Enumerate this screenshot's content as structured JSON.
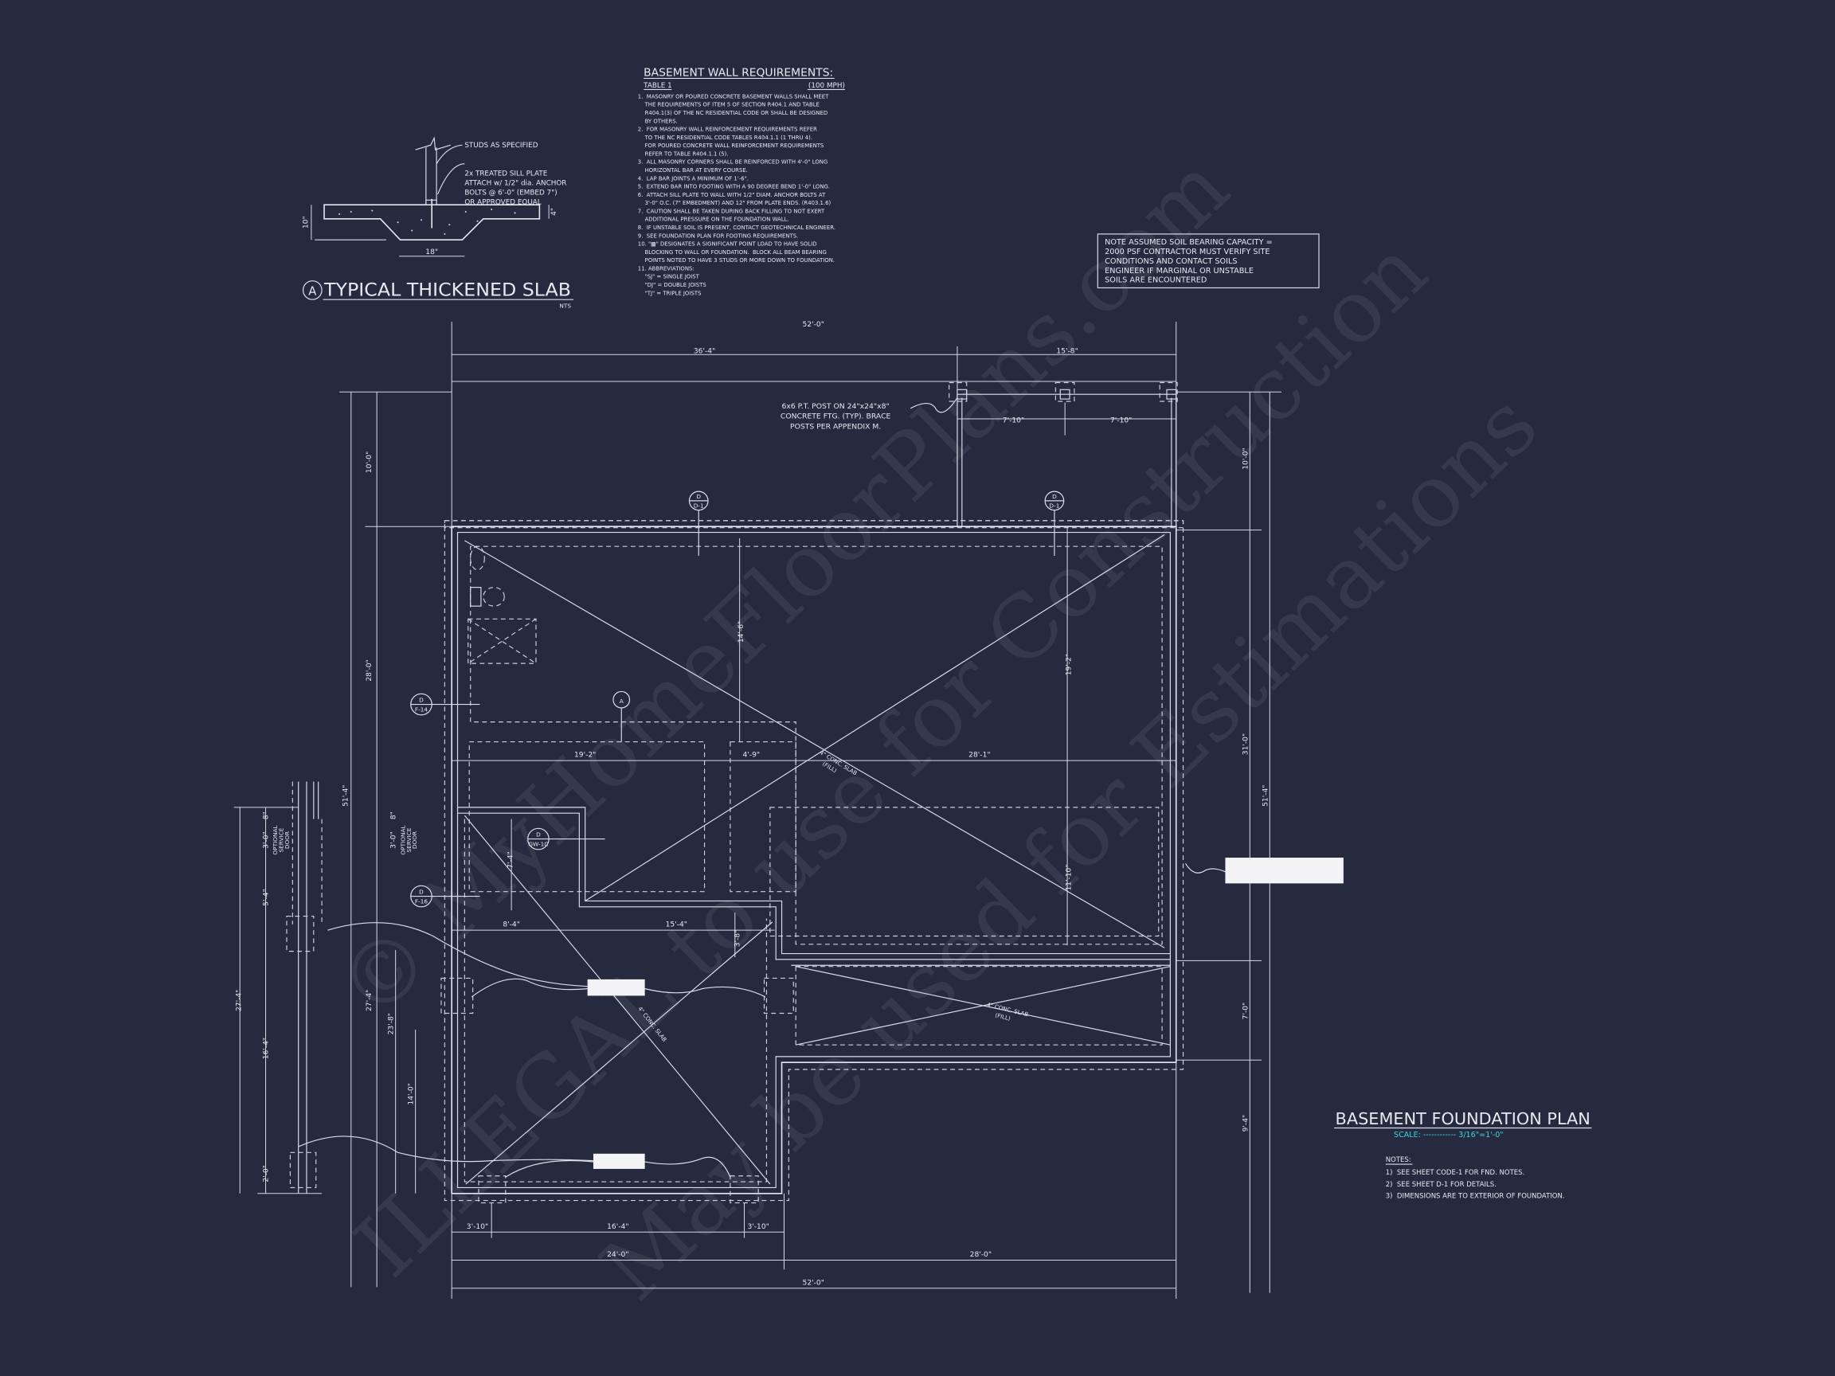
{
  "sheet": {
    "background": "#252a3f",
    "line_color": "#e4e4ee",
    "scale_color": "#3fd3e0"
  },
  "detail": {
    "tag": "A",
    "title": "TYPICAL THICKENED SLAB",
    "scale": "NTS",
    "studs_label": "STUDS AS SPECIFIED",
    "sill_lines": [
      "2x  TREATED SILL PLATE",
      "ATTACH w/ 1/2\" dia. ANCHOR",
      "BOLTS @ 6'-0\" (EMBED 7\")",
      "OR APPROVED EQUAL"
    ],
    "dim_depth": "10\"",
    "dim_slab": "4\"",
    "dim_width": "18\""
  },
  "wall_requirements": {
    "title": "BASEMENT WALL REQUIREMENTS:",
    "table": "TABLE 1",
    "wind": "(100 MPH)",
    "lines": [
      "1.  MASONRY OR POURED CONCRETE BASEMENT WALLS SHALL MEET",
      "    THE REQUIREMENTS OF ITEM 5 OF SECTION R404.1 AND TABLE",
      "    R404.1(3) OF THE NC RESIDENTIAL CODE OR SHALL BE DESIGNED",
      "    BY OTHERS.",
      "2.  FOR MASONRY WALL REINFORCEMENT REQUIREMENTS REFER",
      "    TO THE NC RESIDENTIAL CODE TABLES R404.1.1 (1 THRU 4).",
      "    FOR POURED CONCRETE WALL REINFORCEMENT REQUIREMENTS",
      "    REFER TO TABLE R404.1.1 (5).",
      "3.  ALL MASONRY CORNERS SHALL BE REINFORCED WITH 4'-0\" LONG",
      "    HORIZONTAL BAR AT EVERY COURSE.",
      "4.  LAP BAR JOINTS A MINIMUM OF 1'-6\".",
      "5.  EXTEND BAR INTO FOOTING WITH A 90 DEGREE BEND 1'-0\" LONG.",
      "6.  ATTACH SILL PLATE TO WALL WITH 1/2\" DIAM. ANCHOR BOLTS AT",
      "    3'-0\" O.C. (7\" EMBEDMENT) AND 12\" FROM PLATE ENDS. (R403.1.6)",
      "7.  CAUTION SHALL BE TAKEN DURING BACK FILLING TO NOT EXERT",
      "    ADDITIONAL PRESSURE ON THE FOUNDATION WALL.",
      "8.  IF UNSTABLE SOIL IS PRESENT, CONTACT GEOTECHNICAL ENGINEER.",
      "9.  SEE FOUNDATION PLAN FOR FOOTING REQUIREMENTS.",
      "10. \"▩\" DESIGNATES A SIGNIFICANT POINT LOAD TO HAVE SOLID",
      "    BLOCKING TO WALL OR FOUNDATION.  BLOCK ALL BEAM BEARING",
      "    POINTS NOTED TO HAVE 3 STUDS OR MORE DOWN TO FOUNDATION.",
      "11. ABBREVIATIONS:",
      "    \"SJ\" = SINGLE JOIST",
      "    \"DJ\" = DOUBLE JOISTS",
      "    \"TJ\" = TRIPLE JOISTS"
    ]
  },
  "soil_note": {
    "lines": [
      "NOTE ASSUMED SOIL BEARING CAPACITY =",
      "2000 PSF CONTRACTOR MUST VERIFY SITE",
      "CONDITIONS AND CONTACT SOILS",
      "ENGINEER IF MARGINAL OR UNSTABLE",
      "SOILS ARE ENCOUNTERED"
    ]
  },
  "post_note": {
    "lines": [
      "6x6 P.T. POST ON 24\"x24\"x8\"",
      "CONCRETE FTG. (TYP). BRACE",
      "POSTS PER APPENDIX M."
    ]
  },
  "plan": {
    "dims": [
      "52'-0\"",
      "36'-4\"",
      "15'-8\"",
      "7'-10\"",
      "7'-10\"",
      "10'-0\"",
      "28'-0\"",
      "51'-4\"",
      "10'-0\"",
      "31'-0\"",
      "7'-0\"",
      "9'-4\"",
      "51'-4\"",
      "14'-6\"",
      "19'-2\"",
      "11'-10\"",
      "19'-2\"",
      "4'-9\"",
      "28'-1\"",
      "8'-4\"",
      "15'-4\"",
      "3'-8\"",
      "7'-4\"",
      "23'-8\"",
      "14'-0\"",
      "8\"",
      "3'-0\"",
      "5'-4\"",
      "27'-4\"",
      "16'-4\"",
      "2'-0\"",
      "8\"",
      "3'-0\"",
      "27'-4\"",
      "3'-10\"",
      "16'-4\"",
      "3'-10\"",
      "24'-0\"",
      "28'-0\"",
      "52'-0\""
    ],
    "tags": [
      {
        "top": "D",
        "bottom": "D-1"
      },
      {
        "top": "D",
        "bottom": "D-1"
      },
      {
        "top": "D",
        "bottom": "F-14"
      },
      {
        "top": "D",
        "bottom": "GW-1C"
      },
      {
        "top": "D",
        "bottom": "F-16"
      }
    ],
    "section_tag": "A",
    "slab_label": "4\" CONC. SLAB",
    "slab_fill": "(FILL)",
    "door_label": [
      "OPTIONAL",
      "SERVICE",
      "DOOR"
    ]
  },
  "title_block": {
    "title": "BASEMENT FOUNDATION PLAN",
    "scale": "SCALE: ------------ 3/16\"=1'-0\"",
    "notes_heading": "NOTES:",
    "notes": [
      "1)  SEE SHEET CODE-1 FOR FND. NOTES.",
      "2)  SEE SHEET D-1 FOR DETAILS.",
      "3)  DIMENSIONS ARE TO EXTERIOR OF FOUNDATION."
    ]
  },
  "watermark": [
    "© MyHomeFloorPlans.com",
    "ILLEGAL to use for Construction",
    "May be used for Estimations"
  ]
}
